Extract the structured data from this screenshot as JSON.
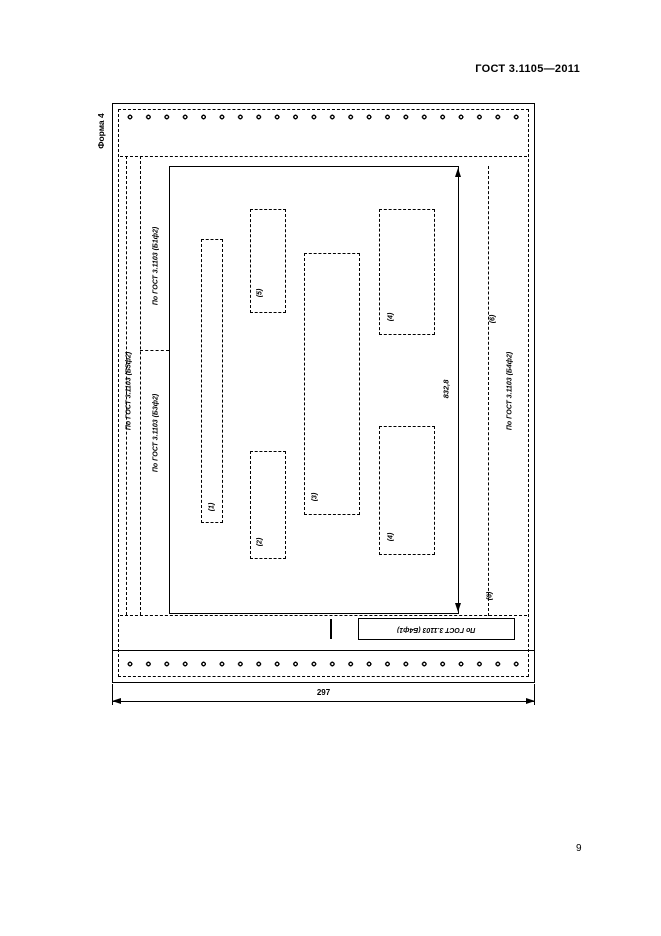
{
  "page": {
    "header": "ГОСТ 3.1105—2011",
    "page_number": "9"
  },
  "figure": {
    "form_caption": "Форма 4",
    "left_notes": {
      "b1": "По ГОСТ 3.1103 (Б1ф2)",
      "b5": "По ГОСТ 3.1103 (Б5ф2)",
      "b3": "По ГОСТ 3.1103 (Б3ф2)"
    },
    "right_notes": {
      "top": "(6)",
      "gost": "По ГОСТ 3.1103 (Б4ф2)",
      "bottom": "(6)"
    },
    "bottom_note": "По ГОСТ 3.1103 (Б4ф1)",
    "block_labels": {
      "b1": "(1)",
      "b2": "(2)",
      "b3": "(3)",
      "b4a": "(4)",
      "b4b": "(4)",
      "b5": "(5)"
    },
    "dimensions": {
      "height": "832,8",
      "width": "297"
    }
  }
}
